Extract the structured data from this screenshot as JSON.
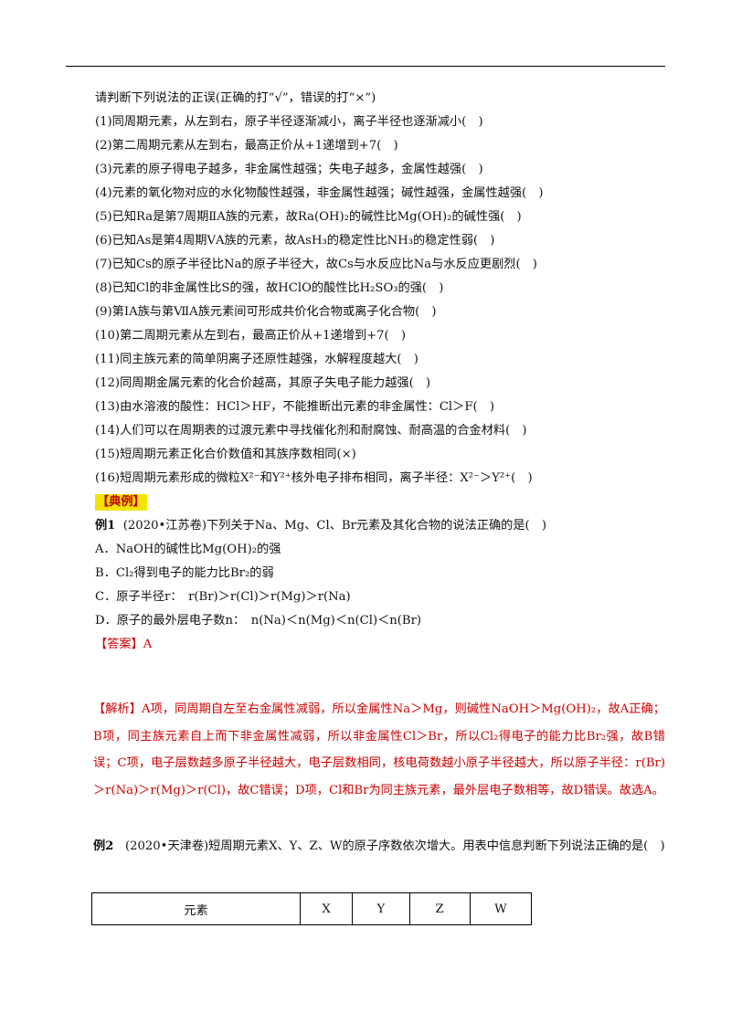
{
  "intro": "请判断下列说法的正误(正确的打“√”，错误的打“×”)",
  "items": [
    "(1)同周期元素，从左到右，原子半径逐渐减小，离子半径也逐渐减小(　)",
    "(2)第二周期元素从左到右，最高正价从+1递增到+7(　)",
    "(3)元素的原子得电子越多，非金属性越强；失电子越多，金属性越强(　)",
    "(4)元素的氧化物对应的水化物酸性越强，非金属性越强；碱性越强，金属性越强(　)",
    "(5)已知Ra是第7周期ⅡA族的元素，故Ra(OH)₂的碱性比Mg(OH)₂的碱性强(　)",
    "(6)已知As是第4周期ⅤA族的元素，故AsH₃的稳定性比NH₃的稳定性弱(　)",
    "(7)已知Cs的原子半径比Na的原子半径大，故Cs与水反应比Na与水反应更剧烈(　)",
    "(8)已知Cl的非金属性比S的强，故HClO的酸性比H₂SO₃的强(　)",
    "(9)第ⅠA族与第ⅦA族元素间可形成共价化合物或离子化合物(　)",
    "(10)第二周期元素从左到右，最高正价从+1递增到+7(　)",
    "(11)同主族元素的简单阴离子还原性越强，水解程度越大(　)",
    "(12)同周期金属元素的化合价越高，其原子失电子能力越强(　)",
    "(13)由水溶液的酸性：HCl＞HF，不能推断出元素的非金属性：Cl＞F(　)",
    "(14)人们可以在周期表的过渡元素中寻找催化剂和耐腐蚀、耐高温的合金材料(　)",
    "(15)短周期元素正化合价数值和其族序数相同(×)",
    "(16)短周期元素形成的微粒X²⁻和Y²⁺核外电子排布相同，离子半径：X²⁻＞Y²⁺(　)"
  ],
  "section_label": "【典例】",
  "example1": {
    "label": "例1",
    "stem": "(2020•江苏卷)下列关于Na、Mg、Cl、Br元素及其化合物的说法正确的是(　)",
    "options": [
      "A．NaOH的碱性比Mg(OH)₂的强",
      "B．Cl₂得到电子的能力比Br₂的弱",
      "C．原子半径r：　r(Br)＞r(Cl)＞r(Mg)＞r(Na)",
      "D．原子的最外层电子数n：　n(Na)＜n(Mg)＜n(Cl)＜n(Br)"
    ],
    "answer": "【答案】A",
    "explanation": "【解析】A项，同周期自左至右金属性减弱，所以金属性Na＞Mg，则碱性NaOH＞Mg(OH)₂，故A正确；B项，同主族元素自上而下非金属性减弱，所以非金属性Cl＞Br，所以Cl₂得电子的能力比Br₂强，故B错误；C项，电子层数越多原子半径越大，电子层数相同，核电荷数越小原子半径越大，所以原子半径：r(Br)＞r(Na)＞r(Mg)＞r(Cl)，故C错误；D项，Cl和Br为同主族元素，最外层电子数相等，故D错误。故选A。"
  },
  "example2": {
    "label": "例2",
    "stem": "(2020•天津卷)短周期元素X、Y、Z、W的原子序数依次增大。用表中信息判断下列说法正确的是(　)",
    "table_header": [
      "元素",
      "X",
      "Y",
      "Z",
      "W"
    ]
  }
}
